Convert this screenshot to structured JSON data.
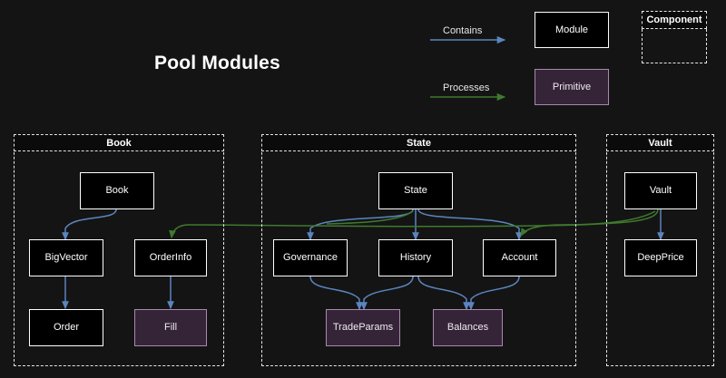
{
  "diagram": {
    "title": "Pool Modules",
    "background_color": "#141414",
    "colors": {
      "contains_arrow": "#5b85bf",
      "processes_arrow": "#3f7a2e",
      "module_fill": "#000000",
      "module_border": "#ffffff",
      "primitive_fill": "#352437",
      "primitive_border": "#a887b0",
      "component_border": "#e6e6e6",
      "text": "#ffffff"
    }
  },
  "legend": {
    "edges": [
      {
        "label": "Contains",
        "color": "#5b85bf",
        "name": "contains"
      },
      {
        "label": "Processes",
        "color": "#3f7a2e",
        "name": "processes"
      }
    ],
    "nodes": [
      {
        "label": "Module",
        "kind": "module"
      },
      {
        "label": "Primitive",
        "kind": "primitive"
      }
    ],
    "component": {
      "label": "Component"
    }
  },
  "components": [
    {
      "id": "book",
      "label": "Book"
    },
    {
      "id": "state",
      "label": "State"
    },
    {
      "id": "vault",
      "label": "Vault"
    }
  ],
  "nodes": [
    {
      "id": "book",
      "label": "Book",
      "kind": "module",
      "component": "book"
    },
    {
      "id": "bigvector",
      "label": "BigVector",
      "kind": "module",
      "component": "book"
    },
    {
      "id": "orderinfo",
      "label": "OrderInfo",
      "kind": "module",
      "component": "book"
    },
    {
      "id": "order",
      "label": "Order",
      "kind": "module",
      "component": "book"
    },
    {
      "id": "fill",
      "label": "Fill",
      "kind": "primitive",
      "component": "book"
    },
    {
      "id": "state",
      "label": "State",
      "kind": "module",
      "component": "state"
    },
    {
      "id": "governance",
      "label": "Governance",
      "kind": "module",
      "component": "state"
    },
    {
      "id": "history",
      "label": "History",
      "kind": "module",
      "component": "state"
    },
    {
      "id": "account",
      "label": "Account",
      "kind": "module",
      "component": "state"
    },
    {
      "id": "tradeparams",
      "label": "TradeParams",
      "kind": "primitive",
      "component": "state"
    },
    {
      "id": "balances",
      "label": "Balances",
      "kind": "primitive",
      "component": "state"
    },
    {
      "id": "vault",
      "label": "Vault",
      "kind": "module",
      "component": "vault"
    },
    {
      "id": "deepprice",
      "label": "DeepPrice",
      "kind": "module",
      "component": "vault"
    }
  ],
  "edges": [
    {
      "from": "book",
      "to": "bigvector",
      "type": "contains"
    },
    {
      "from": "book",
      "to": "orderinfo",
      "type": "contains"
    },
    {
      "from": "bigvector",
      "to": "order",
      "type": "contains"
    },
    {
      "from": "orderinfo",
      "to": "fill",
      "type": "contains"
    },
    {
      "from": "state",
      "to": "governance",
      "type": "contains"
    },
    {
      "from": "state",
      "to": "history",
      "type": "contains"
    },
    {
      "from": "state",
      "to": "account",
      "type": "contains"
    },
    {
      "from": "governance",
      "to": "tradeparams",
      "type": "contains"
    },
    {
      "from": "history",
      "to": "tradeparams",
      "type": "contains"
    },
    {
      "from": "history",
      "to": "balances",
      "type": "contains"
    },
    {
      "from": "account",
      "to": "balances",
      "type": "contains"
    },
    {
      "from": "vault",
      "to": "deepprice",
      "type": "contains"
    },
    {
      "from": "vault",
      "to": "orderinfo",
      "type": "processes"
    },
    {
      "from": "vault",
      "to": "account",
      "type": "processes"
    }
  ]
}
